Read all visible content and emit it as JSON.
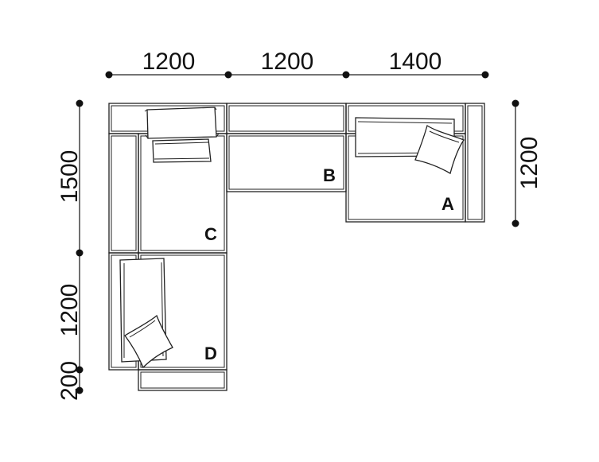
{
  "dimensions": {
    "top": [
      "1200",
      "1200",
      "1400"
    ],
    "right": "1200",
    "left": [
      "1500",
      "1200",
      "200"
    ]
  },
  "modules": [
    "A",
    "B",
    "C",
    "D"
  ]
}
